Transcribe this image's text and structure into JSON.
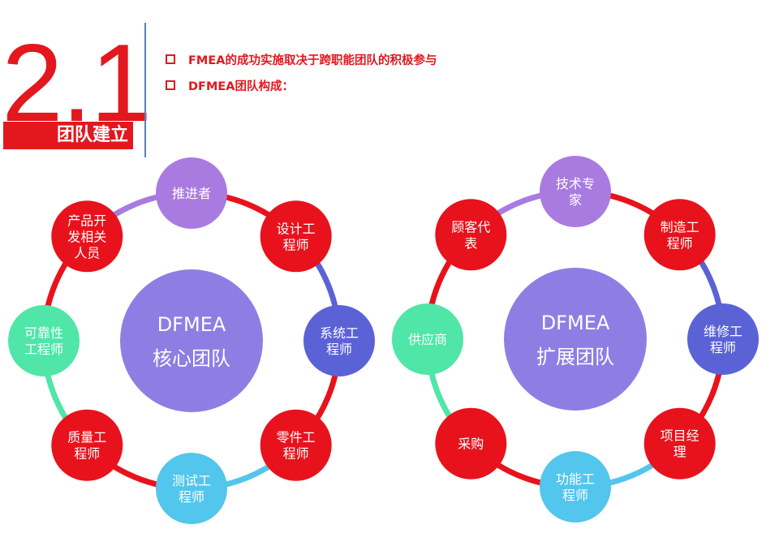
{
  "section": {
    "number": "2.1",
    "title": "团队建立"
  },
  "bullets": [
    "FMEA的成功实施取决于跨职能团队的积极参与",
    "DFMEA团队构成："
  ],
  "colors": {
    "accent": "#e3171e",
    "purple": "#a97be0",
    "red": "#e8121c",
    "blue_violet": "#5b62d6",
    "light_blue": "#52c6ec",
    "green": "#4fe6a8",
    "center": "#8e7ee4"
  },
  "diagrams": [
    {
      "center": {
        "line1": "DFMEA",
        "line2": "核心团队"
      },
      "members": [
        {
          "lines": [
            "推进者"
          ],
          "color": "purple"
        },
        {
          "lines": [
            "设计工",
            "程师"
          ],
          "color": "red"
        },
        {
          "lines": [
            "系统工",
            "程师"
          ],
          "color": "blue_violet"
        },
        {
          "lines": [
            "零件工",
            "程师"
          ],
          "color": "red"
        },
        {
          "lines": [
            "测试工",
            "程师"
          ],
          "color": "light_blue"
        },
        {
          "lines": [
            "质量工",
            "程师"
          ],
          "color": "red"
        },
        {
          "lines": [
            "可靠性",
            "工程师"
          ],
          "color": "green"
        },
        {
          "lines": [
            "产品开",
            "发相关",
            "人员"
          ],
          "color": "red"
        }
      ]
    },
    {
      "center": {
        "line1": "DFMEA",
        "line2": "扩展团队"
      },
      "members": [
        {
          "lines": [
            "技术专",
            "家"
          ],
          "color": "purple"
        },
        {
          "lines": [
            "制造工",
            "程师"
          ],
          "color": "red"
        },
        {
          "lines": [
            "维修工",
            "程师"
          ],
          "color": "blue_violet"
        },
        {
          "lines": [
            "项目经",
            "理"
          ],
          "color": "red"
        },
        {
          "lines": [
            "功能工",
            "程师"
          ],
          "color": "light_blue"
        },
        {
          "lines": [
            "采购"
          ],
          "color": "red"
        },
        {
          "lines": [
            "供应商"
          ],
          "color": "green"
        },
        {
          "lines": [
            "顾客代",
            "表"
          ],
          "color": "red"
        }
      ]
    }
  ]
}
